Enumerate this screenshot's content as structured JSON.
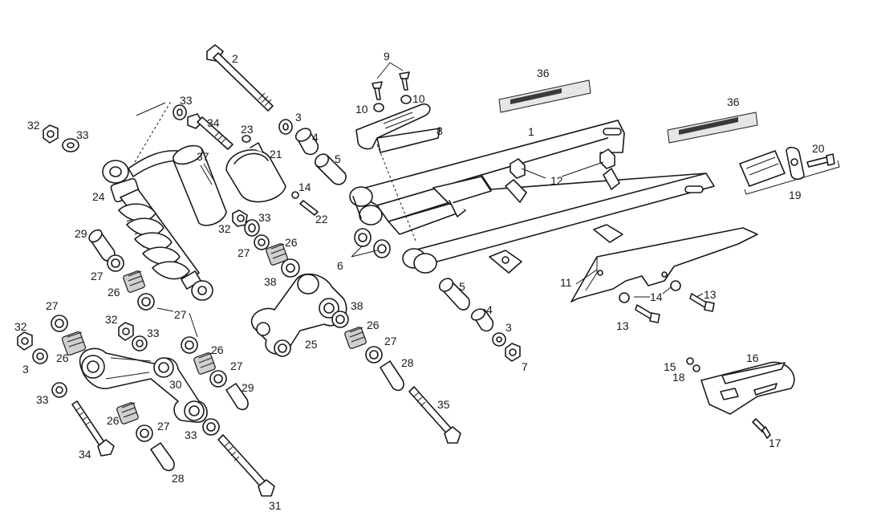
{
  "callouts": {
    "l1": "1",
    "l2": "2",
    "l3a": "3",
    "l3b": "3",
    "l3c": "3",
    "l4a": "4",
    "l4b": "4",
    "l5a": "5",
    "l5b": "5",
    "l6": "6",
    "l7": "7",
    "l8": "8",
    "l9": "9",
    "l10a": "10",
    "l10b": "10",
    "l11": "11",
    "l12": "12",
    "l13a": "13",
    "l13b": "13",
    "l14a": "14",
    "l14b": "14",
    "l15": "15",
    "l16": "16",
    "l17": "17",
    "l18": "18",
    "l19": "19",
    "l20": "20",
    "l21": "21",
    "l22": "22",
    "l23": "23",
    "l24": "24",
    "l25": "25",
    "l26a": "26",
    "l26b": "26",
    "l26c": "26",
    "l26d": "26",
    "l26e": "26",
    "l26f": "26",
    "l27a": "27",
    "l27b": "27",
    "l27c": "27",
    "l27d": "27",
    "l27e": "27",
    "l27f": "27",
    "l27g": "27",
    "l28a": "28",
    "l28b": "28",
    "l29a": "29",
    "l29b": "29",
    "l30": "30",
    "l31": "31",
    "l32a": "32",
    "l32b": "32",
    "l32c": "32",
    "l32d": "32",
    "l33a": "33",
    "l33b": "33",
    "l33c": "33",
    "l33d": "33",
    "l33e": "33",
    "l33f": "33",
    "l34a": "34",
    "l34b": "34",
    "l35": "35",
    "l36a": "36",
    "l36b": "36",
    "l37": "37",
    "l38a": "38",
    "l38b": "38"
  }
}
